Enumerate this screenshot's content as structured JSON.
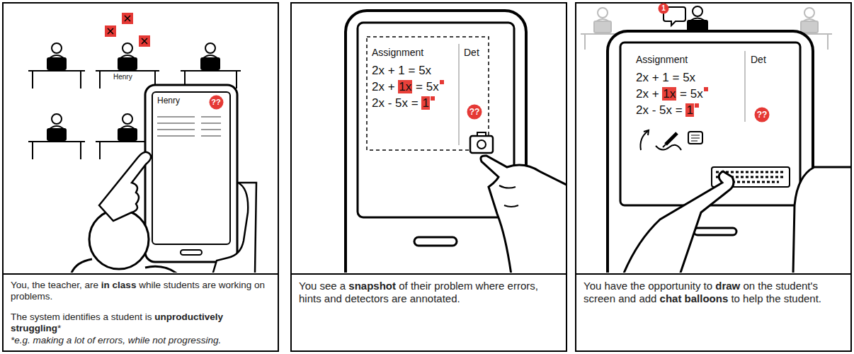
{
  "diagram": {
    "nodes": [
      {
        "text": [
          "You, the teacher, are in class while students are working on problems.",
          "The system identifies a student is unproductively struggling*",
          "*e.g. making a lot of errors, while not progressing."
        ]
      },
      {
        "text": [
          "??"
        ],
        "in": 0
      },
      {
        "text": [
          "You see a snapshot of their problem where errors, hints and detectors are annotated."
        ]
      },
      {
        "text": [
          "??"
        ],
        "in": 2
      },
      {
        "text": [
          "You have the opportunity to draw on the student's screen and add chat balloons to help the student."
        ]
      },
      {
        "text": [
          "1"
        ],
        "in": 4
      },
      {
        "text": [
          "??"
        ],
        "in": 4
      }
    ],
    "labels": [
      "Henry",
      "Henry",
      "Assignment",
      "Det",
      "2x + 1 = 5x",
      "2x + 1x = 5x",
      "2x - 5x = 1",
      "Assignment",
      "Det",
      "2x + 1 = 5x",
      "2x + 1x = 5x",
      "2x - 5x = 1"
    ]
  }
}
